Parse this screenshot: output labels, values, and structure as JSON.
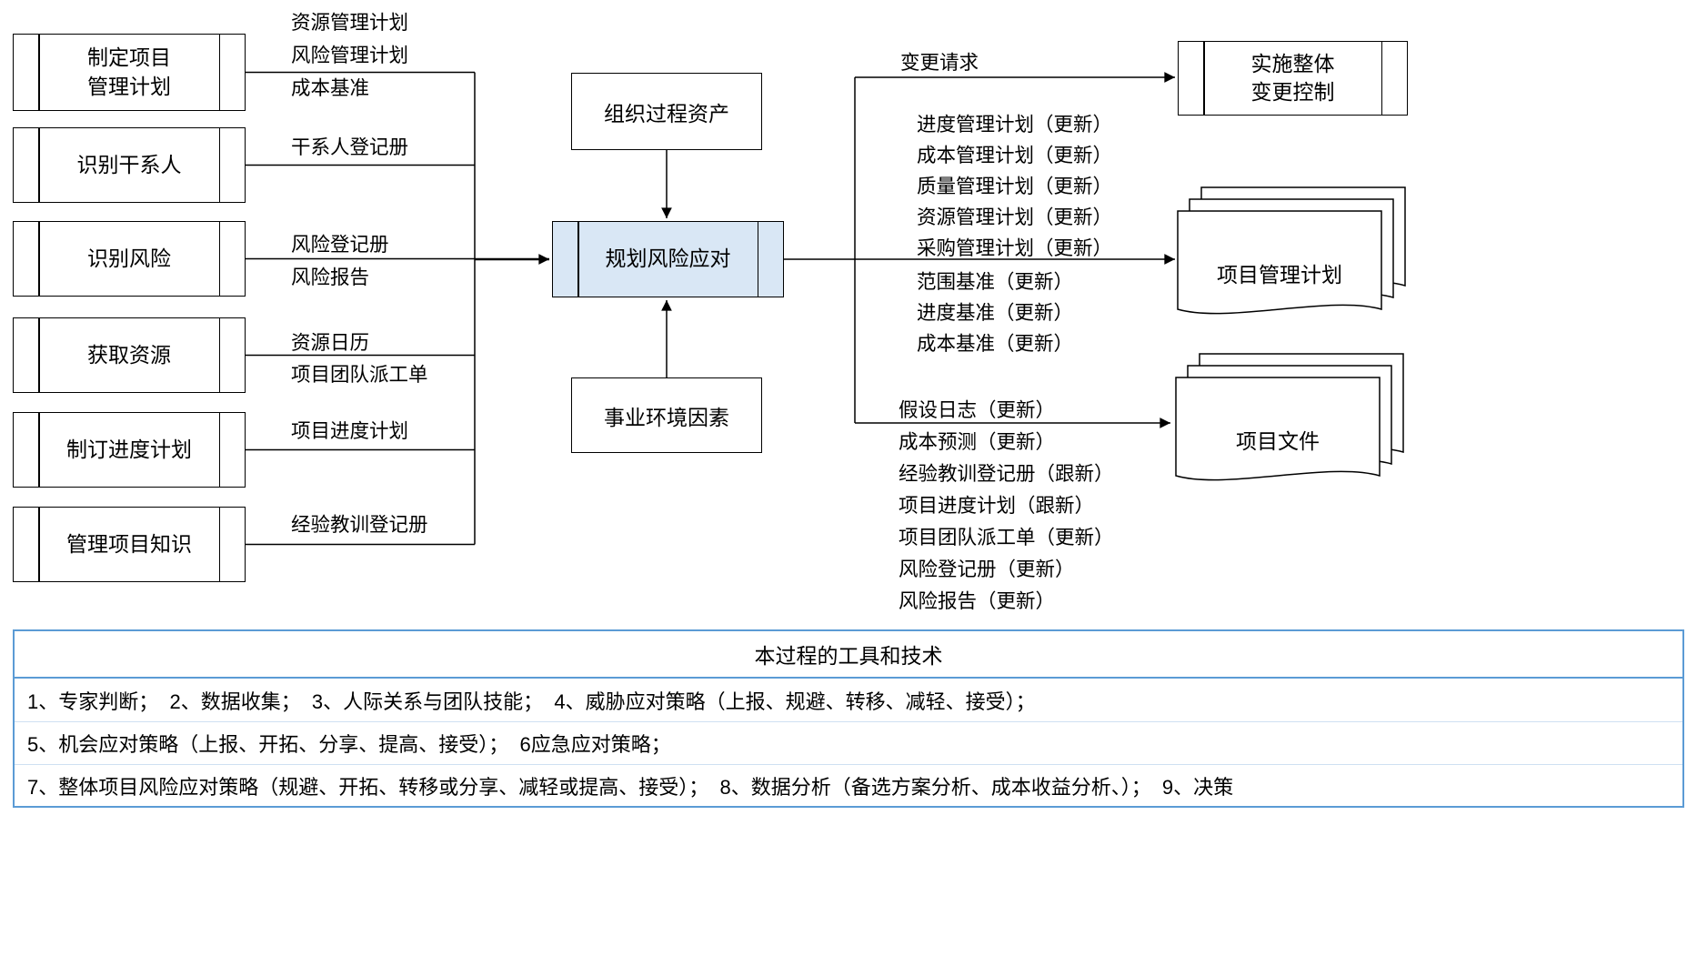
{
  "diagram": {
    "inputs_left": [
      {
        "label": "制定项目\n管理计划"
      },
      {
        "label": "识别干系人"
      },
      {
        "label": "识别风险"
      },
      {
        "label": "获取资源"
      },
      {
        "label": "制订进度计划"
      },
      {
        "label": "管理项目知识"
      }
    ],
    "input_artifacts": [
      "资源管理计划",
      "风险管理计划",
      "成本基准",
      "干系人登记册",
      "风险登记册",
      "风险报告",
      "资源日历",
      "项目团队派工单",
      "项目进度计划",
      "经验教训登记册"
    ],
    "process": {
      "label": "规划风险应对",
      "fill": "#d9e7f5"
    },
    "context_top": {
      "label": "组织过程资产"
    },
    "context_bottom": {
      "label": "事业环境因素"
    },
    "outputs": {
      "change_request_label": "变更请求",
      "change_control": {
        "label": "实施整体\n变更控制"
      },
      "pm_plan_updates": [
        "进度管理计划（更新）",
        "成本管理计划（更新）",
        "质量管理计划（更新）",
        "资源管理计划（更新）",
        "采购管理计划（更新）",
        "范围基准（更新）",
        "进度基准（更新）",
        "成本基准（更新）"
      ],
      "pm_plan_doc_label": "项目管理计划",
      "project_doc_updates": [
        "假设日志（更新）",
        "成本预测（更新）",
        "经验教训登记册（跟新）",
        "项目进度计划（跟新）",
        "项目团队派工单（更新）",
        "风险登记册（更新）",
        "风险报告（更新）"
      ],
      "project_docs_label": "项目文件"
    }
  },
  "tools": {
    "title": "本过程的工具和技术",
    "rows": [
      "1、专家判断；  2、数据收集；  3、人际关系与团队技能；  4、威胁应对策略（上报、规避、转移、减轻、接受）；",
      "5、机会应对策略（上报、开拓、分享、提高、接受）；  6应急应对策略；",
      "7、整体项目风险应对策略（规避、开拓、转移或分享、减轻或提高、接受）；  8、数据分析（备选方案分析、成本收益分析、）；  9、决策"
    ]
  },
  "colors": {
    "process_fill": "#d9e7f5",
    "table_border": "#5b9bd5",
    "line": "#000000"
  }
}
